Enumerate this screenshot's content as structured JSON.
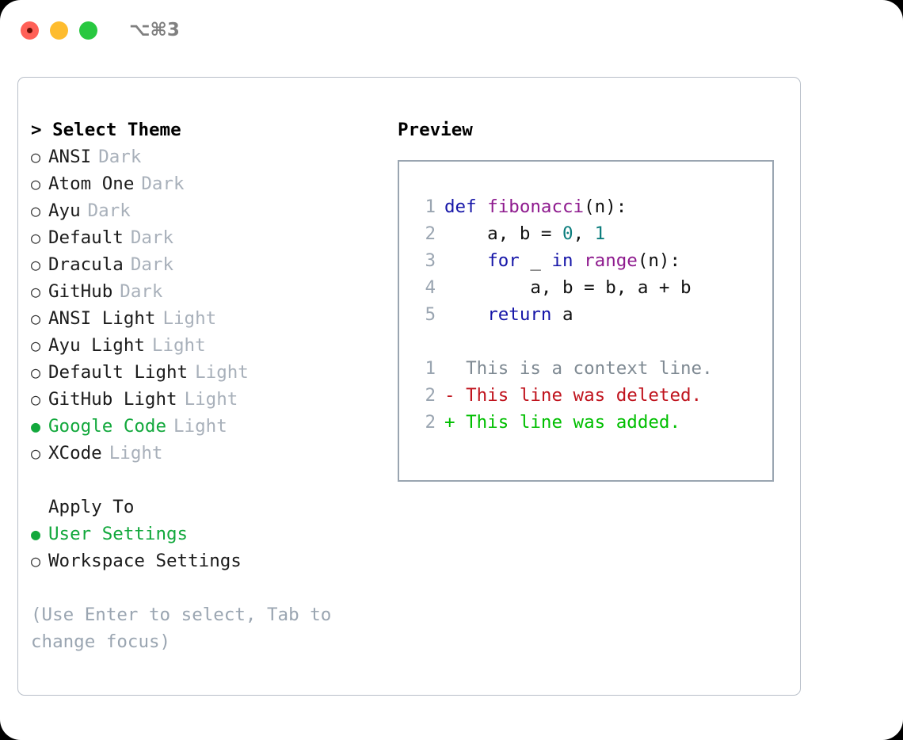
{
  "titlebar": {
    "shortcut": "⌥⌘3",
    "lights": [
      "close",
      "minimize",
      "zoom"
    ]
  },
  "theme_list": {
    "header": "> Select Theme",
    "items": [
      {
        "bullet": "○",
        "name": "ANSI",
        "category": "Dark",
        "selected": false
      },
      {
        "bullet": "○",
        "name": "Atom One",
        "category": "Dark",
        "selected": false
      },
      {
        "bullet": "○",
        "name": "Ayu",
        "category": "Dark",
        "selected": false
      },
      {
        "bullet": "○",
        "name": "Default",
        "category": "Dark",
        "selected": false
      },
      {
        "bullet": "○",
        "name": "Dracula",
        "category": "Dark",
        "selected": false
      },
      {
        "bullet": "○",
        "name": "GitHub",
        "category": "Dark",
        "selected": false
      },
      {
        "bullet": "○",
        "name": "ANSI Light",
        "category": "Light",
        "selected": false
      },
      {
        "bullet": "○",
        "name": "Ayu Light",
        "category": "Light",
        "selected": false
      },
      {
        "bullet": "○",
        "name": "Default Light",
        "category": "Light",
        "selected": false
      },
      {
        "bullet": "○",
        "name": "GitHub Light",
        "category": "Light",
        "selected": false
      },
      {
        "bullet": "●",
        "name": "Google Code",
        "category": "Light",
        "selected": true
      },
      {
        "bullet": "○",
        "name": "XCode",
        "category": "Light",
        "selected": false
      }
    ]
  },
  "apply_to": {
    "header": "Apply To",
    "items": [
      {
        "bullet": "●",
        "name": "User Settings",
        "selected": true
      },
      {
        "bullet": "○",
        "name": "Workspace Settings",
        "selected": false
      }
    ]
  },
  "help": {
    "text": "(Use Enter to select, Tab to change focus)"
  },
  "preview": {
    "title": "Preview",
    "code": [
      {
        "lineno": "1",
        "tokens": [
          {
            "t": "def",
            "c": "kw"
          },
          {
            "t": " ",
            "c": "txt"
          },
          {
            "t": "fibonacci",
            "c": "fn"
          },
          {
            "t": "(n):",
            "c": "punc"
          }
        ]
      },
      {
        "lineno": "2",
        "tokens": [
          {
            "t": "    a, b = ",
            "c": "txt"
          },
          {
            "t": "0",
            "c": "num"
          },
          {
            "t": ", ",
            "c": "txt"
          },
          {
            "t": "1",
            "c": "num"
          }
        ]
      },
      {
        "lineno": "3",
        "tokens": [
          {
            "t": "    ",
            "c": "txt"
          },
          {
            "t": "for",
            "c": "kw"
          },
          {
            "t": " _ ",
            "c": "txt"
          },
          {
            "t": "in",
            "c": "kw"
          },
          {
            "t": " ",
            "c": "txt"
          },
          {
            "t": "range",
            "c": "fn"
          },
          {
            "t": "(n):",
            "c": "punc"
          }
        ]
      },
      {
        "lineno": "4",
        "tokens": [
          {
            "t": "        a, b = b, a + b",
            "c": "txt"
          }
        ]
      },
      {
        "lineno": "5",
        "tokens": [
          {
            "t": "    ",
            "c": "txt"
          },
          {
            "t": "return",
            "c": "kw"
          },
          {
            "t": " a",
            "c": "txt"
          }
        ]
      }
    ],
    "diff": [
      {
        "lineno": "1",
        "marker": " ",
        "text": " This is a context line.",
        "kind": "context"
      },
      {
        "lineno": "2",
        "marker": "-",
        "text": " This line was deleted.",
        "kind": "deleted"
      },
      {
        "lineno": "2",
        "marker": "+",
        "text": " This line was added.",
        "kind": "added"
      }
    ]
  },
  "colors": {
    "selected_green": "#12a83c",
    "muted_gray": "#a8b0ba",
    "line_number": "#9aa5b1",
    "keyword": "#1616a8",
    "function": "#8e1a8e",
    "number": "#0b7d7d",
    "diff_deleted": "#c0141e",
    "diff_added": "#00bf00",
    "diff_context": "#7f8a93",
    "panel_border": "#b8bfc9",
    "preview_border": "#9aa5b1"
  }
}
